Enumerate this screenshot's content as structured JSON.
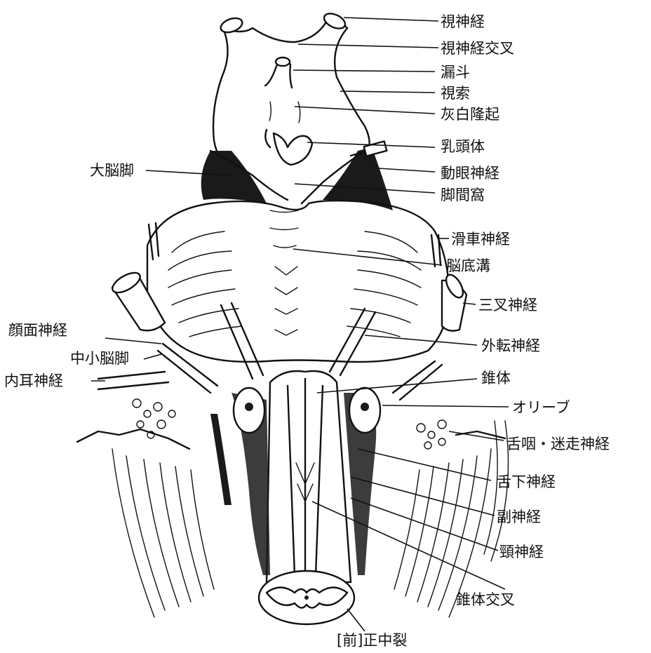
{
  "labels": {
    "optic_nerve": "視神経",
    "optic_chiasm": "視神経交叉",
    "infundibulum": "漏斗",
    "optic_tract": "視索",
    "tuber_cinereum": "灰白隆起",
    "mammillary_body": "乳頭体",
    "cerebral_peduncle": "大脳脚",
    "oculomotor_nerve": "動眼神経",
    "interpeduncular_fossa": "脚間窩",
    "trochlear_nerve": "滑車神経",
    "basilar_sulcus": "脳底溝",
    "trigeminal_nerve": "三叉神経",
    "facial_nerve": "顔面神経",
    "abducens_nerve": "外転神経",
    "middle_cerebellar_peduncle": "中小脳脚",
    "pyramid": "錐体",
    "vestibulocochlear_nerve": "内耳神経",
    "olive": "オリーブ",
    "glossopharyngeal_vagus": "舌咽・迷走神経",
    "hypoglossal_nerve": "舌下神経",
    "accessory_nerve": "副神経",
    "cervical_nerve": "頸神経",
    "pyramidal_decussation": "錐体交叉",
    "anterior_median_fissure": "[前]正中裂"
  },
  "colors": {
    "ink": "#111111",
    "background": "#ffffff"
  }
}
